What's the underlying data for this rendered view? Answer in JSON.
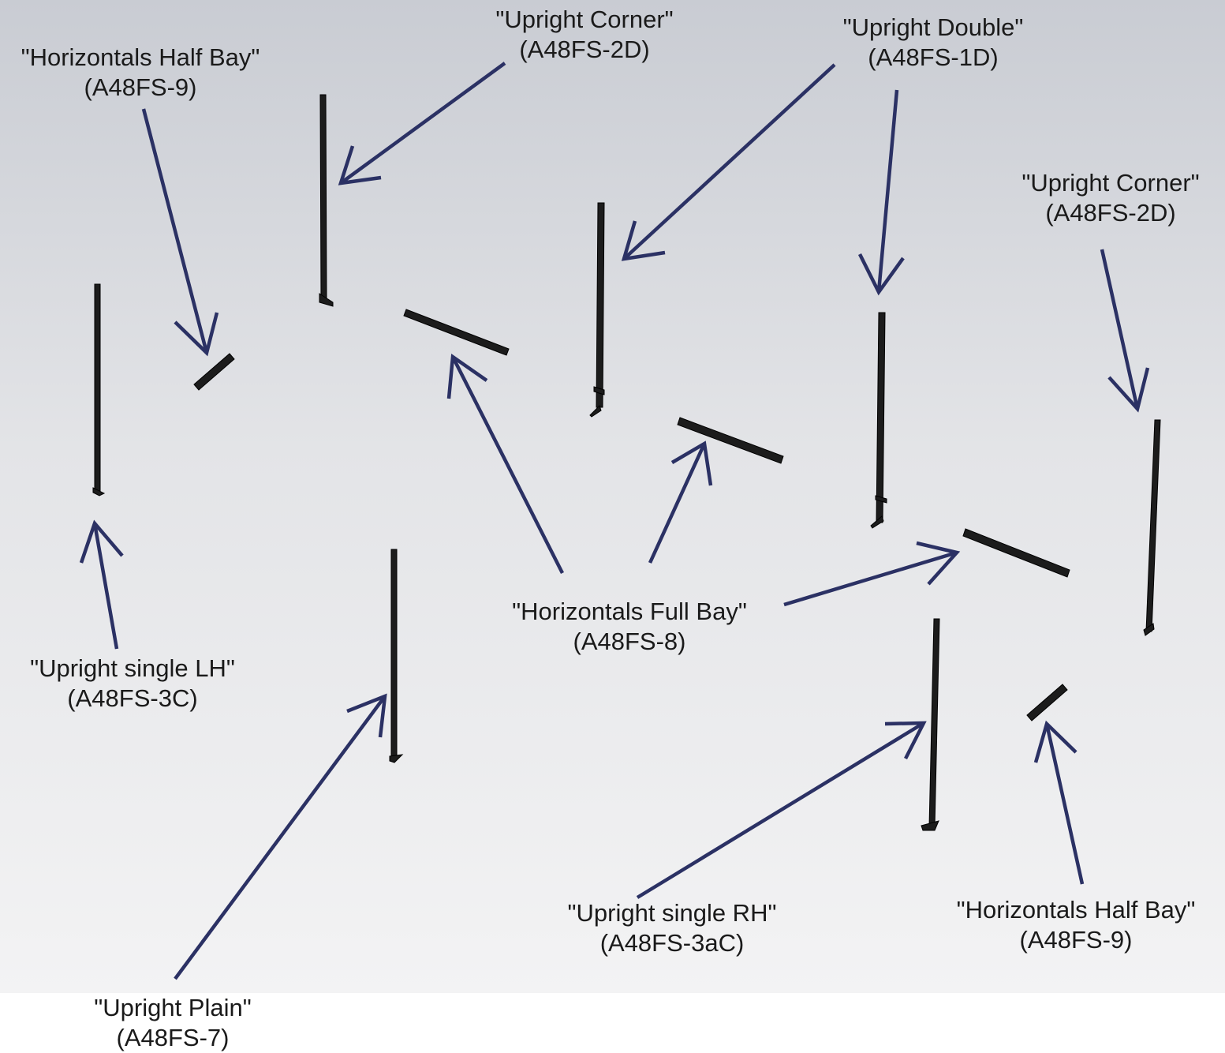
{
  "colors": {
    "arrow": "#2b3164",
    "part": "#1c1c1c",
    "background_top": "#c9ccd3",
    "background_mid": "#e3e4e7",
    "background_bottom": "#f3f3f4"
  },
  "callouts": [
    {
      "id": "horizontals-half-bay-top",
      "name": "\"Horizontals Half Bay\"",
      "code": "(A48FS-9)"
    },
    {
      "id": "upright-corner-top",
      "name": "\"Upright Corner\"",
      "code": "(A48FS-2D)"
    },
    {
      "id": "upright-double",
      "name": "\"Upright Double\"",
      "code": "(A48FS-1D)"
    },
    {
      "id": "upright-corner-right",
      "name": "\"Upright Corner\"",
      "code": "(A48FS-2D)"
    },
    {
      "id": "horizontals-full-bay",
      "name": "\"Horizontals Full Bay\"",
      "code": "(A48FS-8)"
    },
    {
      "id": "upright-single-lh",
      "name": "\"Upright single LH\"",
      "code": "(A48FS-3C)"
    },
    {
      "id": "upright-single-rh",
      "name": "\"Upright single RH\"",
      "code": "(A48FS-3aC)"
    },
    {
      "id": "horizontals-half-bay-bottom",
      "name": "\"Horizontals Half Bay\"",
      "code": "(A48FS-9)"
    },
    {
      "id": "upright-plain",
      "name": "\"Upright Plain\"",
      "code": "(A48FS-7)"
    }
  ]
}
